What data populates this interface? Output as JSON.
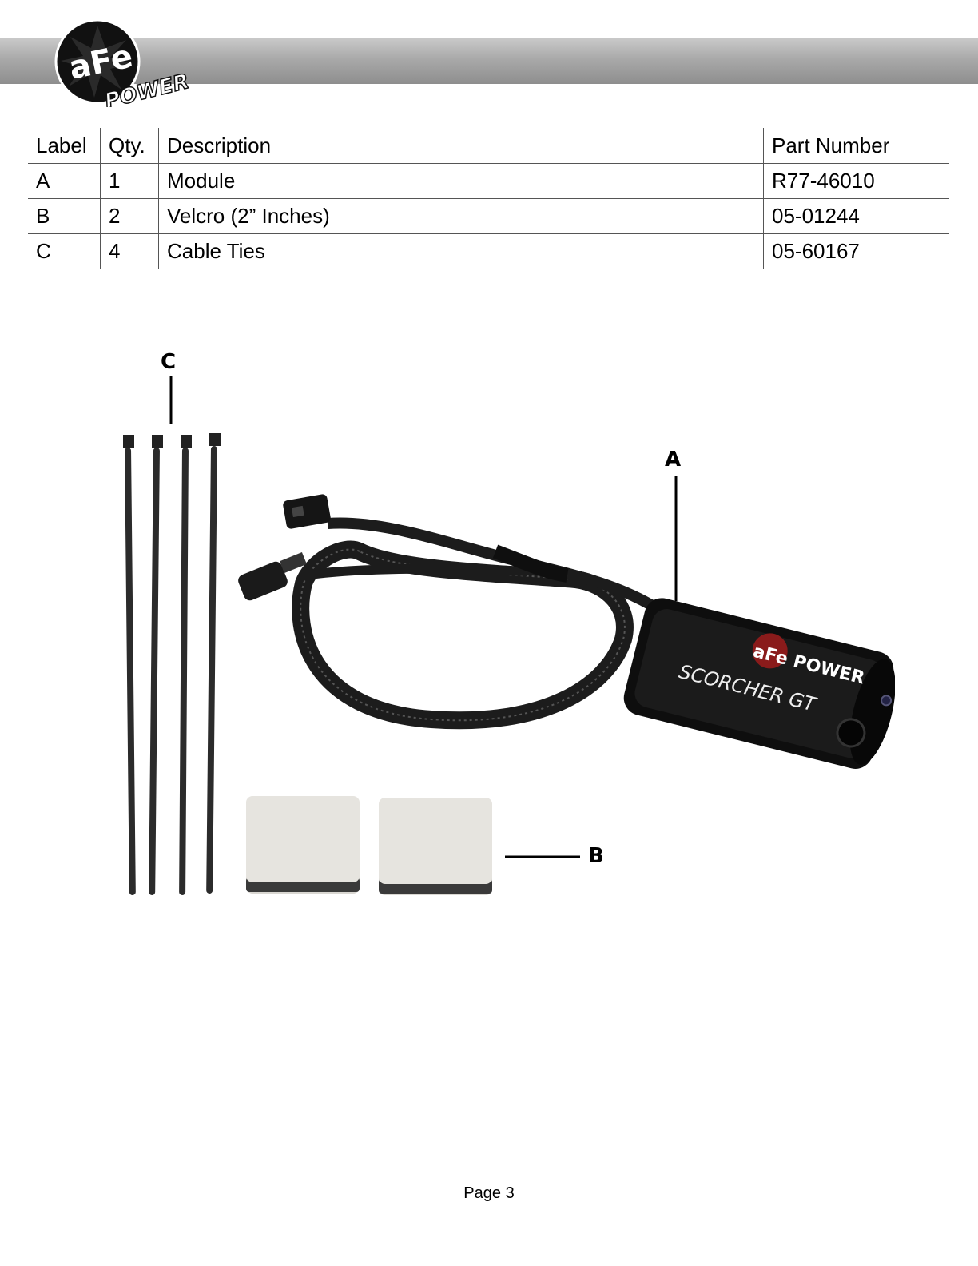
{
  "header": {
    "logo_text": "aFe POWER"
  },
  "parts_table": {
    "columns": [
      "Label",
      "Qty.",
      "Description",
      "Part Number"
    ],
    "rows": [
      {
        "label": "A",
        "qty": "1",
        "description": "Module",
        "part_number": "R77-46010"
      },
      {
        "label": "B",
        "qty": "2",
        "description": "Velcro (2” Inches)",
        "part_number": "05-01244"
      },
      {
        "label": "C",
        "qty": "4",
        "description": "Cable Ties",
        "part_number": "05-60167"
      }
    ]
  },
  "figure": {
    "callouts": {
      "a": "A",
      "b": "B",
      "c": "C"
    },
    "module_brand": "aFe POWER",
    "module_name": "SCORCHER GT"
  },
  "footer": {
    "page": "Page 3"
  }
}
